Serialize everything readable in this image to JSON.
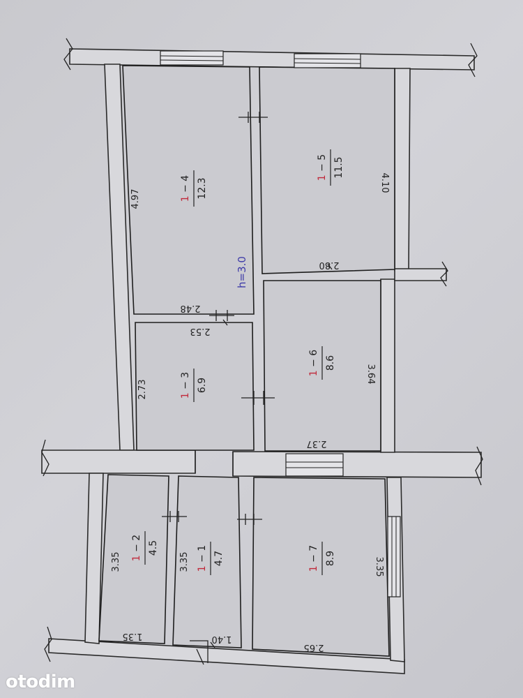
{
  "plan": {
    "ceiling_height": "h=3.0",
    "rooms": [
      {
        "id": "room-1-4",
        "prefix": "1",
        "num": "4",
        "area": "12.3",
        "dims": [
          "4.97",
          "2.48"
        ]
      },
      {
        "id": "room-1-5",
        "prefix": "1",
        "num": "5",
        "area": "11.5",
        "dims": [
          "4.10",
          "2.80"
        ]
      },
      {
        "id": "room-1-3",
        "prefix": "1",
        "num": "3",
        "area": "6.9",
        "dims": [
          "2.73",
          "2.53"
        ]
      },
      {
        "id": "room-1-6",
        "prefix": "1",
        "num": "6",
        "area": "8.6",
        "dims": [
          "3.64",
          "2.37"
        ]
      },
      {
        "id": "room-1-2",
        "prefix": "1",
        "num": "2",
        "area": "4.5",
        "dims": [
          "3.35",
          "1.35"
        ]
      },
      {
        "id": "room-1-1",
        "prefix": "1",
        "num": "1",
        "area": "4.7",
        "dims": [
          "3.35",
          "1.40"
        ]
      },
      {
        "id": "room-1-7",
        "prefix": "1",
        "num": "7",
        "area": "8.9",
        "dims": [
          "3.35",
          "2.65"
        ]
      }
    ]
  },
  "watermark": "otodim",
  "colors": {
    "room_prefix": "#c0283a",
    "height_note": "#3d3aa8",
    "paper": "#cfcfd3"
  }
}
